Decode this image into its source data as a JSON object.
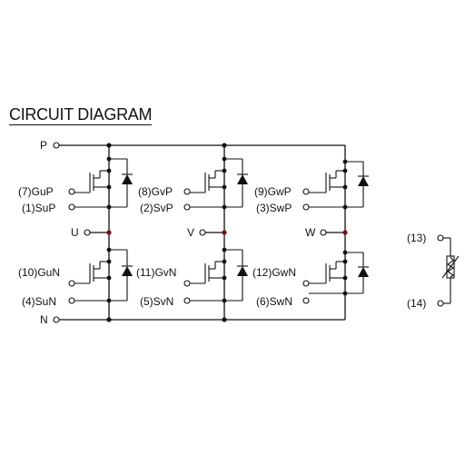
{
  "title": "CIRCUIT DIAGRAM",
  "rails": {
    "positive": "P",
    "negative": "N"
  },
  "outputs": [
    "U",
    "V",
    "W"
  ],
  "phases": [
    {
      "gate_high": "(7)GuP",
      "source_high": "(1)SuP",
      "gate_low": "(10)GuN",
      "source_low": "(4)SuN"
    },
    {
      "gate_high": "(8)GvP",
      "source_high": "(2)SvP",
      "gate_low": "(11)GvN",
      "source_low": "(5)SvN"
    },
    {
      "gate_high": "(9)GwP",
      "source_high": "(3)SwP",
      "gate_low": "(12)GwN",
      "source_low": "(6)SwN"
    }
  ],
  "thermistor": {
    "top_pin": "(13)",
    "bottom_pin": "(14)"
  }
}
